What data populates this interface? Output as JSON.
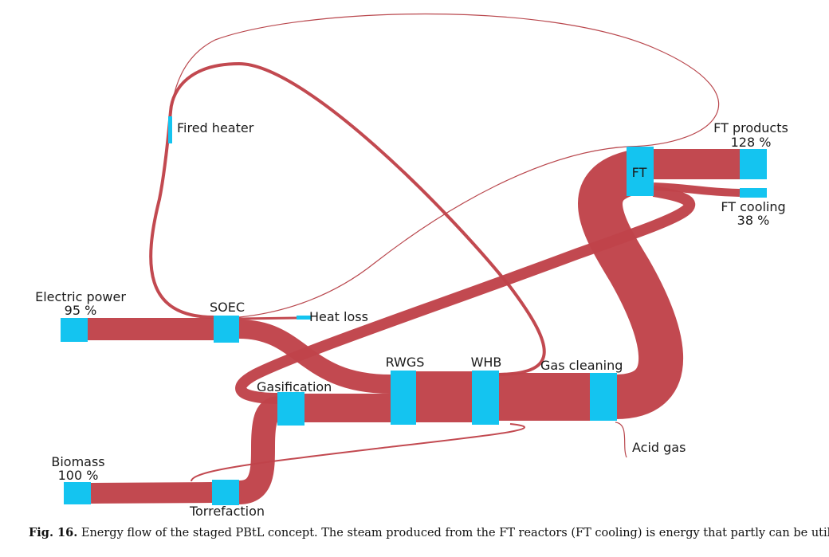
{
  "colors": {
    "flow": "#c0434a",
    "flow_thin": "#b9474d",
    "node": "#14c4f0"
  },
  "nodes": {
    "electric_power": {
      "label": "Electric power",
      "value": "95 %"
    },
    "biomass": {
      "label": "Biomass",
      "value": "100 %"
    },
    "soec": {
      "label": "SOEC"
    },
    "fired_heater": {
      "label": "Fired heater"
    },
    "heat_loss": {
      "label": "Heat loss"
    },
    "gasification": {
      "label": "Gasification"
    },
    "torrefaction": {
      "label": "Torrefaction"
    },
    "rwgs": {
      "label": "RWGS"
    },
    "whb": {
      "label": "WHB"
    },
    "gas_cleaning": {
      "label": "Gas cleaning"
    },
    "acid_gas": {
      "label": "Acid gas"
    },
    "ft": {
      "label": "FT"
    },
    "ft_products": {
      "label": "FT products",
      "value": "128 %"
    },
    "ft_cooling": {
      "label": "FT cooling",
      "value": "38 %"
    }
  },
  "caption": {
    "figure_label": "Fig. 16.",
    "text": "Energy flow of the staged PBtL concept. The steam produced from the FT reactors (FT cooling) is energy that partly can be utilized."
  }
}
